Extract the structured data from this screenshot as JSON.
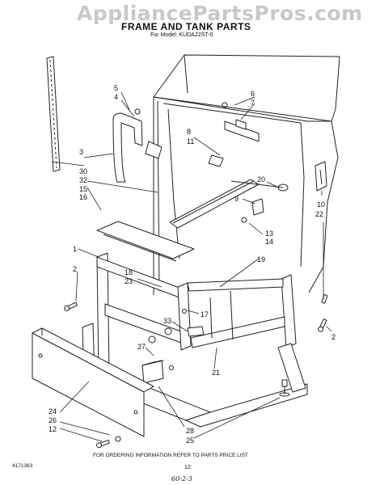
{
  "header": {
    "watermark": "AppliancePartsPros.com",
    "title": "FRAME AND TANK PARTS",
    "model_line": "For Model: KUDA22ST-0"
  },
  "footer": {
    "ordering_info": "FOR ORDERING INFORMATION REFER TO PARTS PRICE LIST",
    "part_number": "4171363",
    "page_number": "12",
    "handwritten_note": "60-2-3"
  },
  "callouts": {
    "c1": "1",
    "c2a": "2",
    "c2b": "2",
    "c3": "3",
    "c30": "30",
    "c32": "32",
    "c15": "15",
    "c16": "16",
    "c4": "4",
    "c5": "5",
    "c6": "6",
    "c7": "7",
    "c8": "8",
    "c11": "11",
    "c20": "20",
    "c9": "9",
    "c13": "13",
    "c14": "14",
    "c10": "10",
    "c22": "22",
    "c18": "18",
    "c23": "23",
    "c19": "19",
    "c17": "17",
    "c33": "33",
    "c27": "27",
    "c21": "21",
    "c24": "24",
    "c26": "26",
    "c12": "12",
    "c28": "28",
    "c25": "25"
  }
}
